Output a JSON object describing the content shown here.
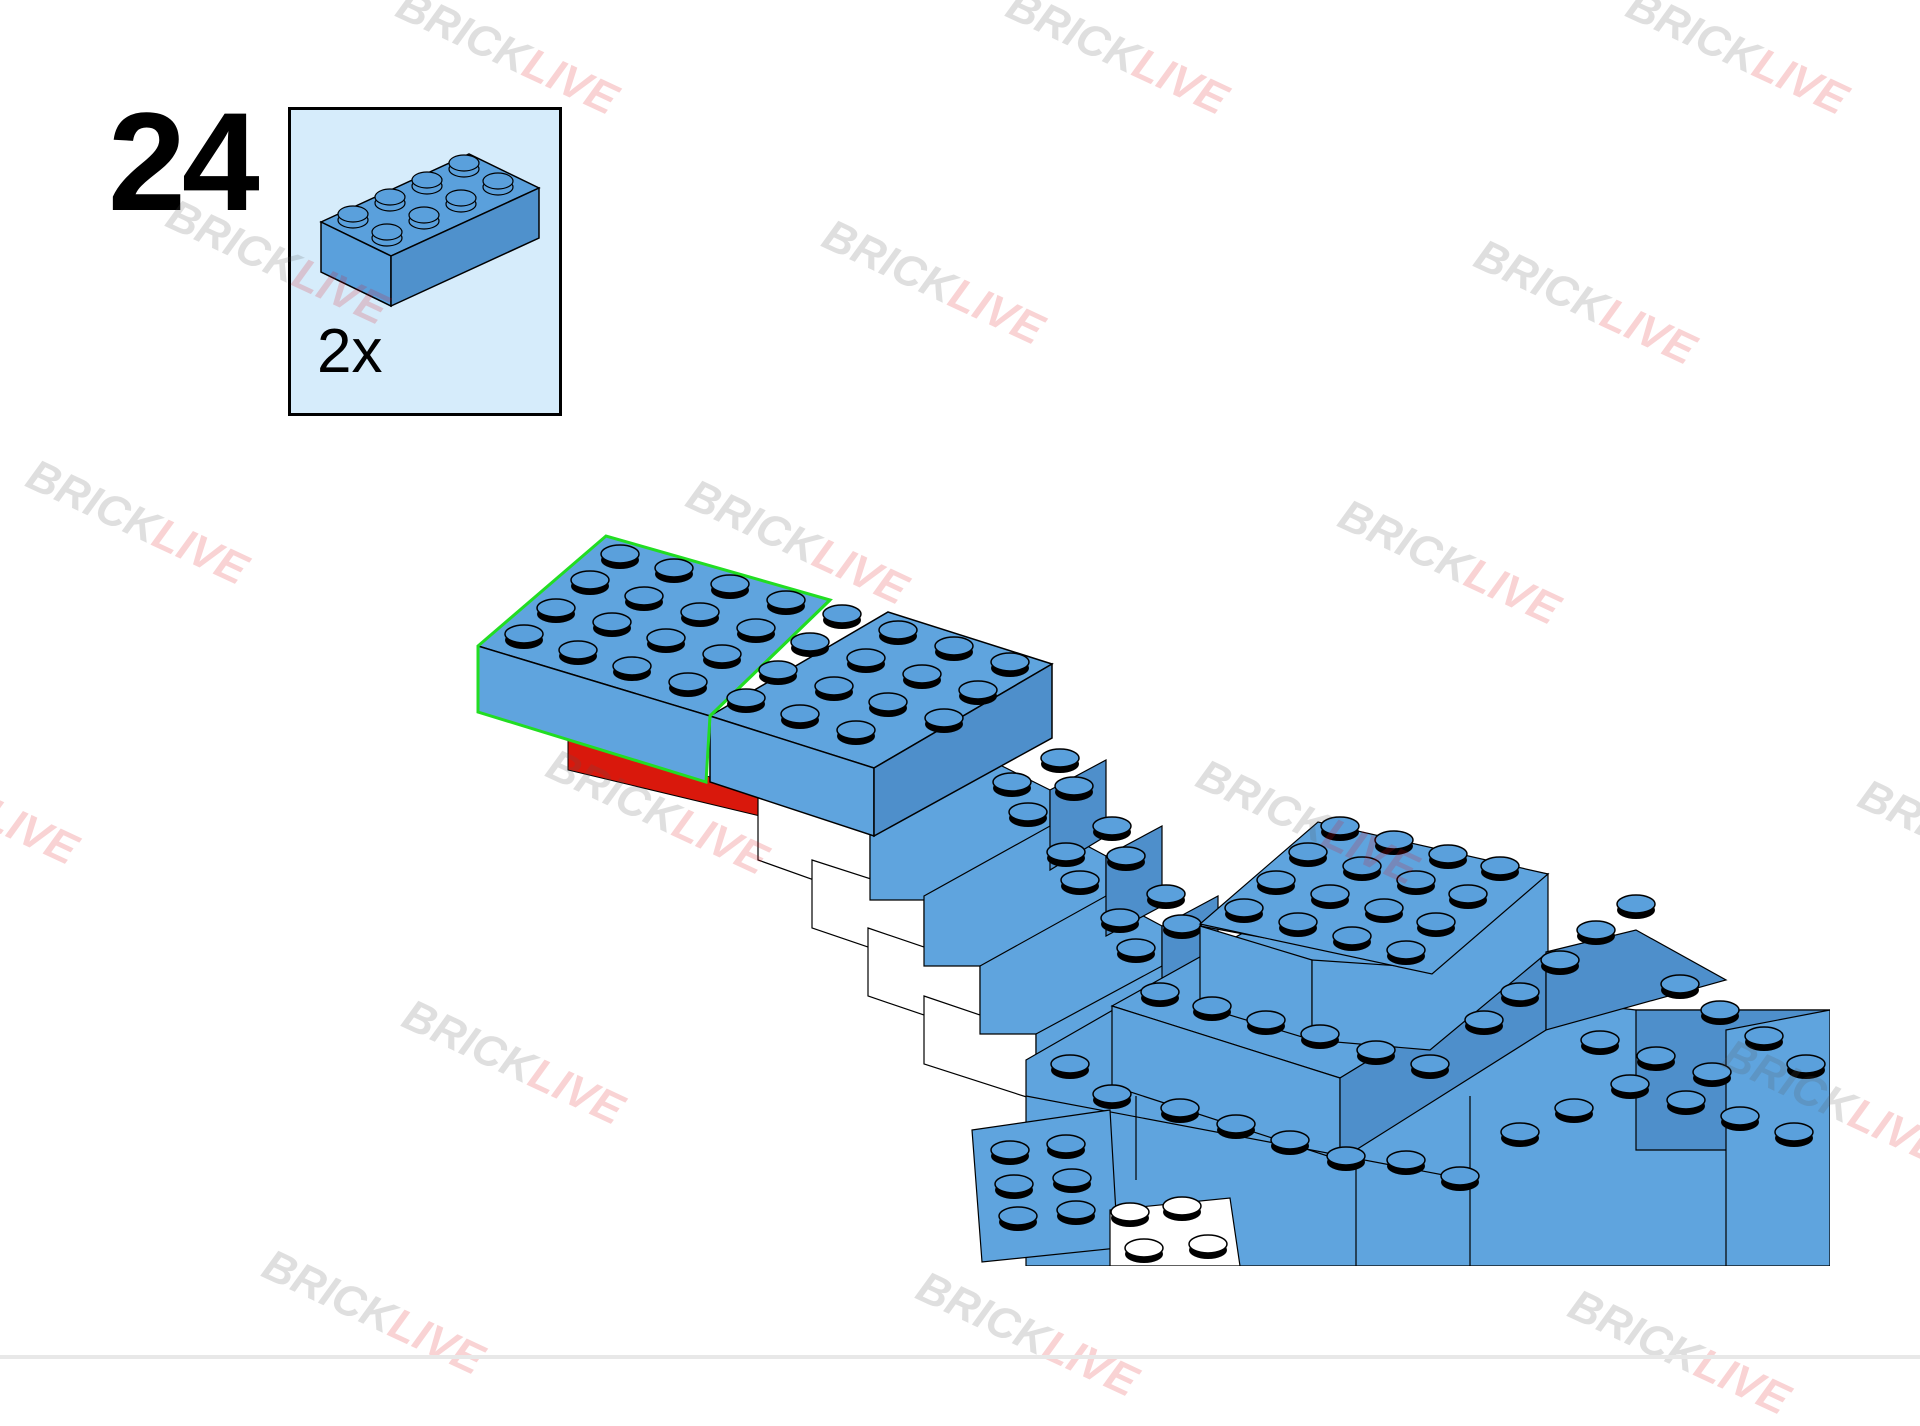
{
  "step": {
    "number": "24"
  },
  "parts_list": {
    "items": [
      {
        "part": "brick-2x4",
        "color": "#5aa0dc",
        "quantity": "2x"
      }
    ]
  },
  "watermark": {
    "text_a": "BRICK",
    "text_b": "LIVE"
  },
  "colors": {
    "brick_blue": "#5fa4de",
    "brick_blue_side": "#4e8fcb",
    "brick_red": "#d9180c",
    "brick_white": "#ffffff",
    "highlight": "#22dd22",
    "callout_bg": "#d6ecfb"
  }
}
